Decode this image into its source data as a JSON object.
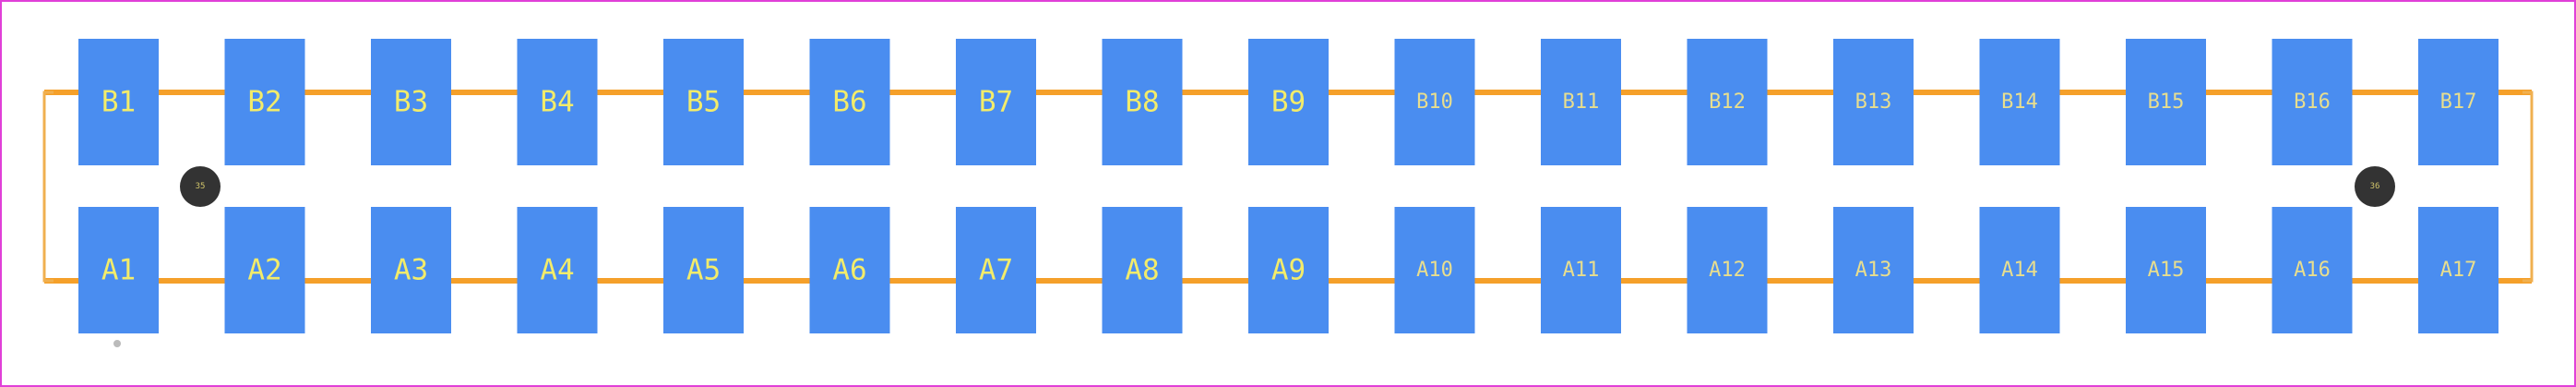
{
  "footprint": {
    "colors": {
      "background": "#ffffff",
      "border": "#e040d8",
      "outline": "#f5a02a",
      "pad": "#4a8df0",
      "pad_label": "#f3ec6a",
      "mounting_hole": "#333333"
    },
    "top_row_pads": [
      "B1",
      "B2",
      "B3",
      "B4",
      "B5",
      "B6",
      "B7",
      "B8",
      "B9",
      "B10",
      "B11",
      "B12",
      "B13",
      "B14",
      "B15",
      "B16",
      "B17"
    ],
    "bottom_row_pads": [
      "A1",
      "A2",
      "A3",
      "A4",
      "A5",
      "A6",
      "A7",
      "A8",
      "A9",
      "A10",
      "A11",
      "A12",
      "A13",
      "A14",
      "A15",
      "A16",
      "A17"
    ],
    "mounting_holes": [
      "35",
      "36"
    ]
  }
}
